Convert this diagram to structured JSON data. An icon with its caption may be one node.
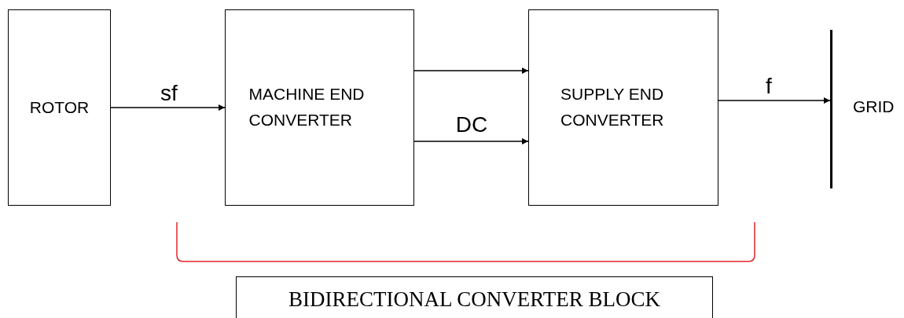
{
  "diagram": {
    "nodes": [
      {
        "text": [
          "ROTOR"
        ]
      },
      {
        "text": [
          "MACHINE END CONVERTER"
        ]
      },
      {
        "text": [
          "SUPPLY END CONVERTER"
        ]
      },
      {
        "text": [],
        "shape": "bar",
        "beside": [
          "GRID"
        ]
      },
      {
        "text": [
          "BIDIRECTIONAL CONVERTER BLOCK"
        ]
      }
    ],
    "edges": [
      {
        "from": 0,
        "to": 1,
        "arrow": "to",
        "label": "sf"
      },
      {
        "from": 1,
        "to": 2,
        "arrow": "to"
      },
      {
        "from": 1,
        "to": 2,
        "arrow": "to",
        "label": "DC"
      },
      {
        "from": 2,
        "to": 3,
        "arrow": "to",
        "label": "f"
      }
    ]
  }
}
